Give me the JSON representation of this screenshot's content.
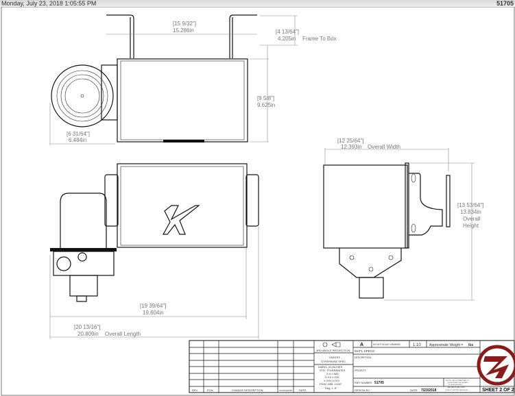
{
  "header": {
    "timestamp": "Monday, July 23, 2018 1:05:55 PM",
    "part_id": "51705"
  },
  "dimensions": {
    "bracket_span": {
      "frac": "[15 9/32\"]",
      "dec": "15.286in"
    },
    "frame_to_box": {
      "frac": "[4 13/64\"]",
      "dec": "4.205in",
      "label": "Frame To Box"
    },
    "box_depth": {
      "frac": "[9 5/8\"]",
      "dec": "9.625in"
    },
    "motor_width": {
      "frac": "[6 31/64\"]",
      "dec": "6.484in"
    },
    "overall_width": {
      "frac": "[12 25/64\"]",
      "dec": "12.393in",
      "label": "Overall Width"
    },
    "overall_height": {
      "frac": "[13 53/64\"]",
      "dec": "13.834in",
      "label1": "Overall",
      "label2": "Height"
    },
    "length_inner": {
      "frac": "[19 39/64\"]",
      "dec": "19.604in"
    },
    "overall_length": {
      "frac": "[20 13/16\"]",
      "dec": "20.809in",
      "label": "Overall Length"
    }
  },
  "title_block": {
    "rev_headers": [
      "REV",
      "ECN",
      "CHANGE DESCRIPTION",
      "CHANGED BY",
      "DATE"
    ],
    "projection": "3RD ANGLE PROJECTION",
    "unless": [
      "UNLESS",
      "OTHERWISE SPEC."
    ],
    "tolerances": [
      "DIMNS. IN INCHES",
      "STD. TOLERANCES",
      "X.X ±.060",
      "X.XX ±.030",
      "X.XXX ±.010",
      "FRAC.DIM. ±1/32\"",
      "Deg. ± .5°"
    ],
    "size": "A",
    "do_not_scale": "DO NOT SCALE DRAWING",
    "scale": "1:10",
    "weight": "Approximate Weight =",
    "weight_unit": "lbs",
    "matl_specs": "MAT'L SPECS:",
    "description": "DESCRIPTION:",
    "project": "PROJECT:",
    "part_number_label": "PART NUMBER:",
    "part_number": "51705",
    "design_by": "DESIGN BY:",
    "date_label": "DATE:",
    "date": "7/23/2018",
    "notice": [
      "NOTICE: THIS DOCUMENT AND ITS",
      "CONTENTS ARE THE PROPERTY",
      "OF KILBERGEN MFG.",
      "AND MAY NOT BE COPIED",
      "WITHOUT WRITTEN PERMISSION"
    ],
    "sheet": "SHEET 2 OF 2",
    "logo_color": "#8b1a1a"
  }
}
